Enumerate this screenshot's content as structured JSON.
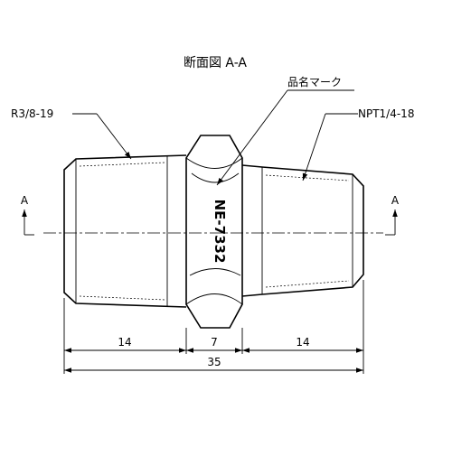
{
  "title": "断面図 A-A",
  "labels": {
    "product_mark": "品名マーク",
    "left_thread": "R3/8-19",
    "right_thread": "NPT1/4-18",
    "section_left": "A",
    "section_right": "A",
    "engraving": "NE-7332"
  },
  "dimensions": {
    "left_length": "14",
    "hex_length": "7",
    "right_length": "14",
    "overall_length": "35"
  }
}
